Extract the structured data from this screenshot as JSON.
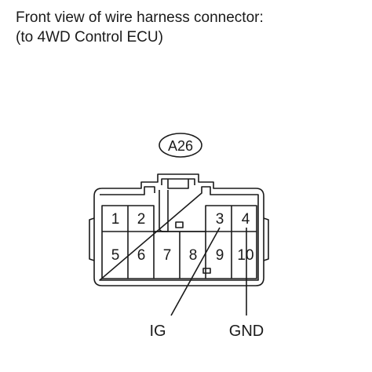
{
  "title": {
    "line1": "Front view of wire harness connector:",
    "line2": "(to 4WD Control ECU)"
  },
  "connector": {
    "id": "A26",
    "pins": [
      "1",
      "2",
      "3",
      "4",
      "5",
      "6",
      "7",
      "8",
      "9",
      "10"
    ]
  },
  "labels": {
    "ig": "IG",
    "gnd": "GND"
  }
}
